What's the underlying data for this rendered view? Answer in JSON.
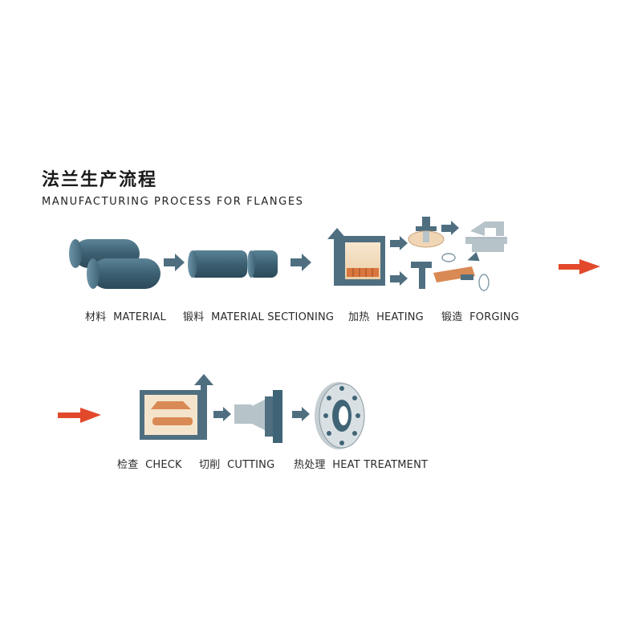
{
  "title": {
    "cn": "法兰生产流程",
    "en": "MANUFACTURING PROCESS FOR FLANGES"
  },
  "steps": [
    {
      "cn": "材料",
      "en": "MATERIAL"
    },
    {
      "cn": "锻料",
      "en": "MATERIAL SECTIONING"
    },
    {
      "cn": "加热",
      "en": "HEATING"
    },
    {
      "cn": "锻造",
      "en": "FORGING"
    },
    {
      "cn": "检查",
      "en": "CHECK"
    },
    {
      "cn": "切削",
      "en": "CUTTING"
    },
    {
      "cn": "热处理",
      "en": "HEAT TREATMENT"
    }
  ],
  "colors": {
    "steel": "#3f6476",
    "arrow": "#4f6f80",
    "red_arrow": "#e2492b",
    "heat": "#f0d6b4",
    "forge": "#d98a54"
  }
}
